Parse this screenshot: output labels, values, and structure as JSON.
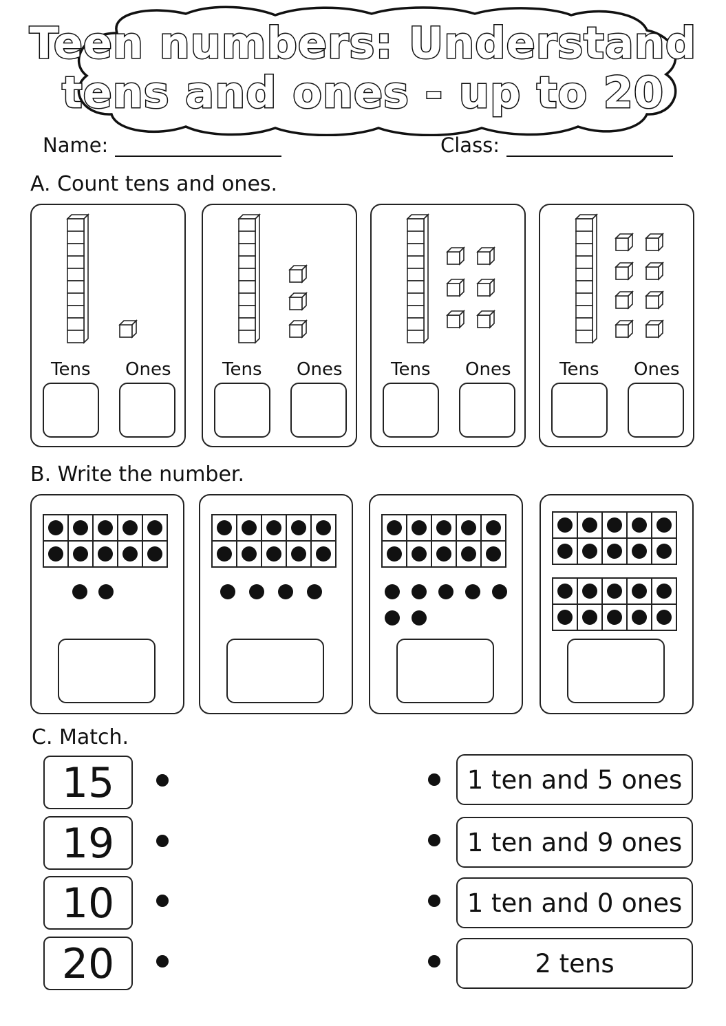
{
  "title": {
    "line1": "Teen numbers: Understand",
    "line2": "tens and ones - up to 20"
  },
  "fields": {
    "name_label": "Name:",
    "class_label": "Class:"
  },
  "section_a": {
    "heading": "A. Count tens and ones.",
    "tens_label": "Tens",
    "ones_label": "Ones",
    "cards": [
      {
        "tens": 1,
        "ones": 1
      },
      {
        "tens": 1,
        "ones": 3
      },
      {
        "tens": 1,
        "ones": 6
      },
      {
        "tens": 1,
        "ones": 8
      }
    ]
  },
  "section_b": {
    "heading": "B. Write the number.",
    "cards": [
      {
        "full_frames": 1,
        "extra_dots": 2
      },
      {
        "full_frames": 1,
        "extra_dots": 4
      },
      {
        "full_frames": 1,
        "extra_dots": 7
      },
      {
        "full_frames": 2,
        "extra_dots": 0
      }
    ]
  },
  "section_c": {
    "heading": "C. Match.",
    "numbers": [
      "15",
      "19",
      "10",
      "20"
    ],
    "descriptions": [
      "1 ten and 5 ones",
      "1 ten and 9 ones",
      "1 ten and 0 ones",
      "2 tens"
    ]
  }
}
